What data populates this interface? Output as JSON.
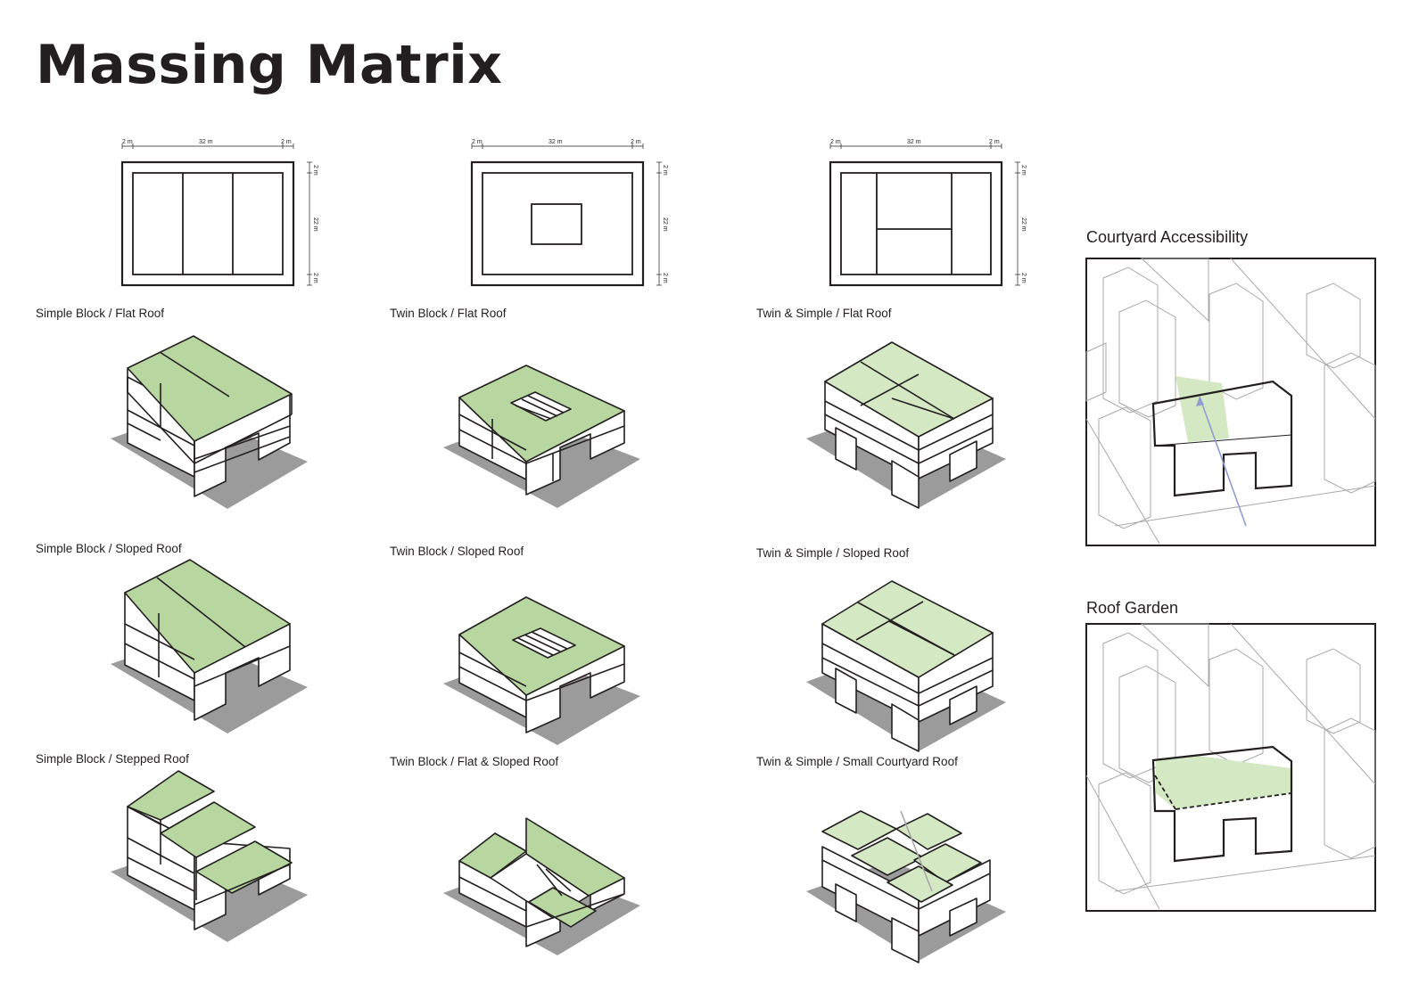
{
  "title": "Massing Matrix",
  "plans": [
    {
      "dim_left": "2 m",
      "dim_mid": "32 m",
      "dim_right": "2 m",
      "dim_top": "2 m",
      "dim_depth": "22 m",
      "dim_bottom": "2 m"
    },
    {
      "dim_left": "2 m",
      "dim_mid": "32 m",
      "dim_right": "2 m",
      "dim_top": "2 m",
      "dim_depth": "22 m",
      "dim_bottom": "2 m"
    },
    {
      "dim_left": "2 m",
      "dim_mid": "32 m",
      "dim_right": "2 m",
      "dim_top": "2 m",
      "dim_depth": "22 m",
      "dim_bottom": "2 m"
    }
  ],
  "options": {
    "simple": [
      "Simple Block / Flat Roof",
      "Simple Block / Sloped Roof",
      "Simple Block / Stepped Roof"
    ],
    "twin": [
      "Twin Block / Flat Roof",
      "Twin Block / Sloped Roof",
      "Twin Block / Flat & Sloped Roof"
    ],
    "twin_simple": [
      "Twin & Simple / Flat Roof",
      "Twin & Simple / Sloped Roof",
      "Twin & Simple / Small Courtyard Roof"
    ]
  },
  "panels": {
    "courtyard": "Courtyard Accessibility",
    "roof_garden": "Roof Garden"
  },
  "colors": {
    "roof_green": "#b8d6a0",
    "roof_green_light": "#d4e8c4",
    "shadow": "#9b9b9b",
    "line": "#231f20",
    "context": "#a8a8a8",
    "arrow": "#8e9ccf"
  }
}
